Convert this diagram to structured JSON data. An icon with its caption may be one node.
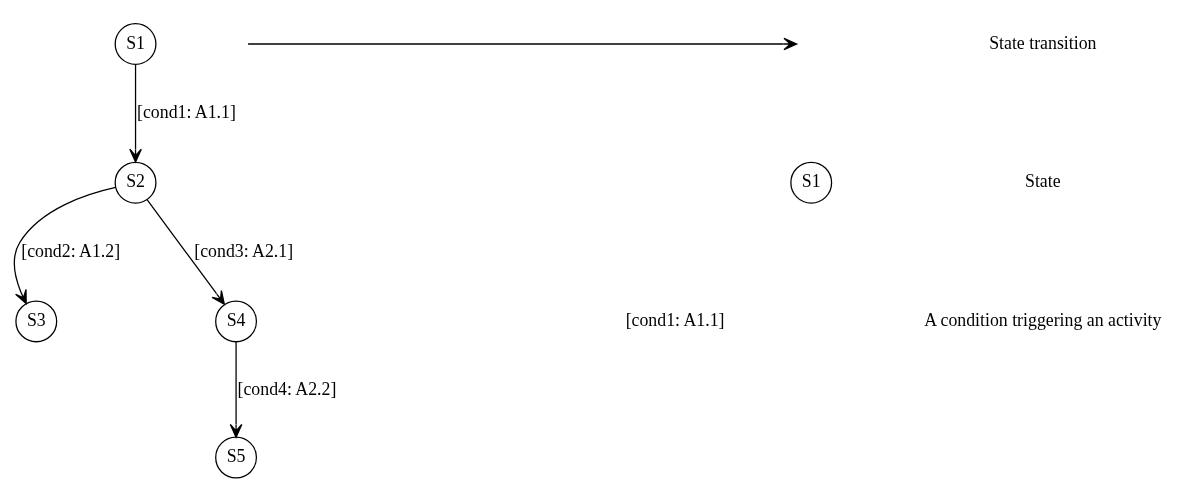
{
  "diagram": {
    "nodes": [
      {
        "text": [
          "S1"
        ]
      },
      {
        "text": [
          "S2"
        ]
      },
      {
        "text": [
          "S3"
        ]
      },
      {
        "text": [
          "S4"
        ]
      },
      {
        "text": [
          "S5"
        ]
      },
      {
        "text": [
          "S1"
        ]
      }
    ],
    "edges": [
      {
        "from": 0,
        "to": 1,
        "arrow": "to",
        "label": "[cond1: A1.1]"
      },
      {
        "from": 1,
        "to": 2,
        "arrow": "to",
        "label": "[cond2: A1.2]"
      },
      {
        "from": 1,
        "to": 3,
        "arrow": "to",
        "label": "[cond3: A2.1]"
      },
      {
        "from": 3,
        "to": 4,
        "arrow": "to",
        "label": "[cond4: A2.2]"
      }
    ],
    "labels": [
      "[cond1: A1.1]"
    ],
    "legend": [
      {
        "text": "State transition"
      },
      {
        "text": "State"
      },
      {
        "text": "A condition triggering an activity"
      }
    ]
  }
}
